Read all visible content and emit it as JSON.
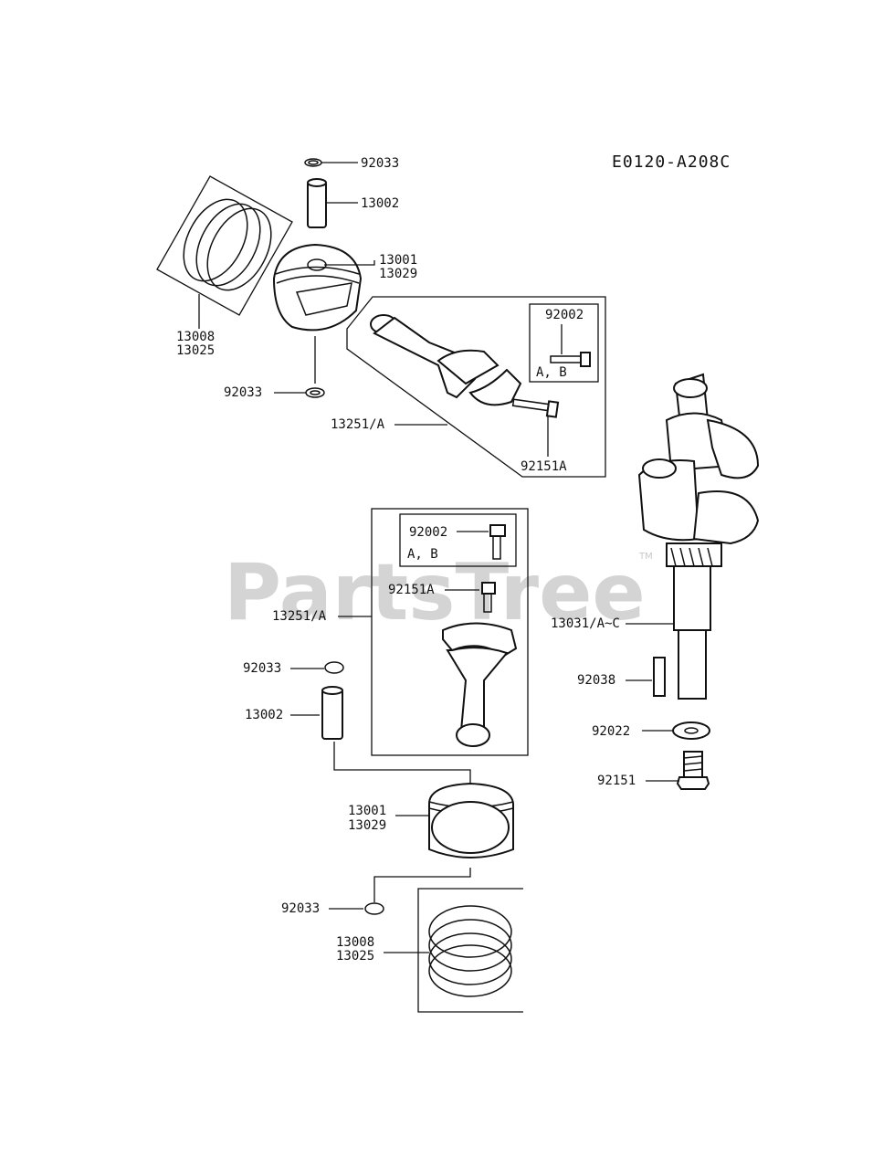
{
  "diagram_code": "E0120-A208C",
  "watermark": {
    "text": "PartsTree",
    "tm": "TM"
  },
  "labels": {
    "top_circlip_upper": "92033",
    "top_pin": "13002",
    "top_piston_a": "13001",
    "top_piston_b": "13029",
    "top_rings_a": "13008",
    "top_rings_b": "13025",
    "top_circlip_lower": "92033",
    "top_rod": "13251/A",
    "top_bolt_box": "92002",
    "top_bolt_box_ab": "A, B",
    "top_rod_bolt": "92151A",
    "crankshaft": "13031/A~C",
    "key": "92038",
    "washer": "92022",
    "crank_bolt": "92151",
    "bot_bolt_box": "92002",
    "bot_bolt_box_ab": "A, B",
    "bot_rod_bolt": "92151A",
    "bot_rod": "13251/A",
    "bot_circlip_upper": "92033",
    "bot_pin": "13002",
    "bot_piston_a": "13001",
    "bot_piston_b": "13029",
    "bot_circlip_lower": "92033",
    "bot_rings_a": "13008",
    "bot_rings_b": "13025"
  },
  "colors": {
    "line": "#111111",
    "watermark": "#d4d4d4",
    "shade": "#cfcfcf"
  }
}
